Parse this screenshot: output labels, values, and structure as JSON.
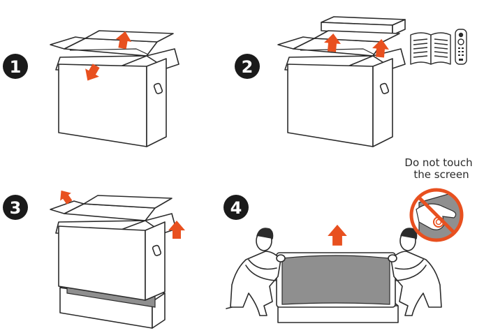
{
  "steps": [
    {
      "number": "1"
    },
    {
      "number": "2"
    },
    {
      "number": "3"
    },
    {
      "number": "4"
    }
  ],
  "warning": {
    "line1": "Do not touch",
    "line2": "the screen"
  },
  "colors": {
    "accent": "#e8501f",
    "badge": "#1a1a1a",
    "line": "#2b2b2b",
    "screen": "#8f8f8f",
    "no_sign": "#e8501f"
  }
}
